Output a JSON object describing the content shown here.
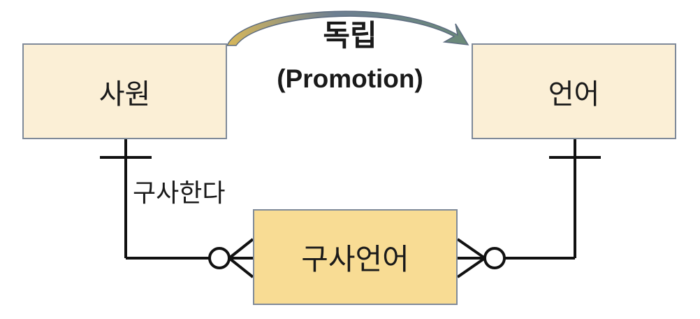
{
  "entities": {
    "employee": "사원",
    "language": "언어",
    "spoken_language": "구사언어"
  },
  "promotion": {
    "title": "독립",
    "subtitle": "(Promotion)"
  },
  "relationship": {
    "label": "구사한다"
  },
  "colors": {
    "entity_fill": "#fbefd6",
    "associative_fill": "#f8dc94",
    "entity_border": "#7f8a99",
    "promotion_arrow": "#6b7d6a"
  }
}
